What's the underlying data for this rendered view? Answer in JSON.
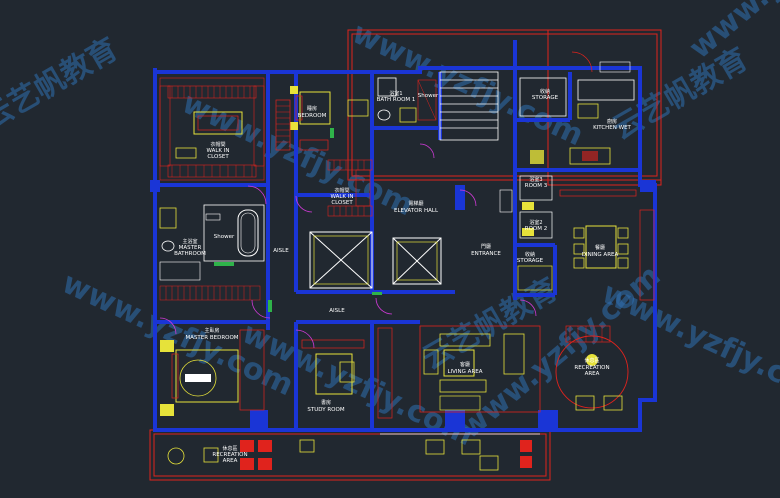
{
  "rooms": {
    "walk_in_closet_left": {
      "cn": "衣帽間",
      "en1": "WALK IN",
      "en2": "CLOSET"
    },
    "bedroom": {
      "cn": "睡房",
      "en": "BEDROOM"
    },
    "bath_room_1": {
      "cn": "浴室1",
      "en": "BATH ROOM 1"
    },
    "shower_top": "Shower",
    "storage_top": {
      "cn": "收納",
      "en": "STORAGE"
    },
    "kitchen": {
      "cn": "廚房",
      "en": "KITCHEN WET"
    },
    "walk_in_closet_mid": {
      "cn": "衣帽間",
      "en1": "WALK IN",
      "en2": "CLOSET"
    },
    "elevator_hall": {
      "cn": "電梯廳",
      "en": "ELEVATOR HALL"
    },
    "master_bathroom": {
      "cn": "主浴室",
      "en1": "MASTER",
      "en2": "BATHROOM"
    },
    "shower_master": "Shower",
    "aisle_left": "AISLE",
    "aisle_center": "AISLE",
    "entrance": {
      "cn": "門廳",
      "en": "ENTRANCE"
    },
    "storage_mid": {
      "cn": "收納",
      "en": "STORAGE"
    },
    "room_3": {
      "cn": "浴室3",
      "en": "ROOM 3"
    },
    "room_2": {
      "cn": "浴室2",
      "en": "ROOM 2"
    },
    "dining_area": {
      "cn": "餐廳",
      "en": "DINING AREA"
    },
    "master_bedroom": {
      "cn": "主臥房",
      "en": "MASTER BEDROOM"
    },
    "study_room": {
      "cn": "書房",
      "en": "STUDY ROOM"
    },
    "living_area": {
      "cn": "客廳",
      "en": "LIVING AREA"
    },
    "recreation_right": {
      "cn": "休息區",
      "en1": "RECREATION",
      "en2": "AREA"
    },
    "recreation_bottom": {
      "cn": "休息區",
      "en1": "RECREATION",
      "en2": "AREA"
    }
  },
  "watermark": {
    "brand_cn": "云艺帆教育",
    "domain": "www.yzfjy.com"
  },
  "colors": {
    "background": "#212830",
    "wall": "#1a35d6",
    "red": "#e0231d",
    "yellow": "#e6e23a",
    "white": "#ffffff",
    "magenta": "#d13ad8",
    "watermark": "#2f6fb0"
  }
}
